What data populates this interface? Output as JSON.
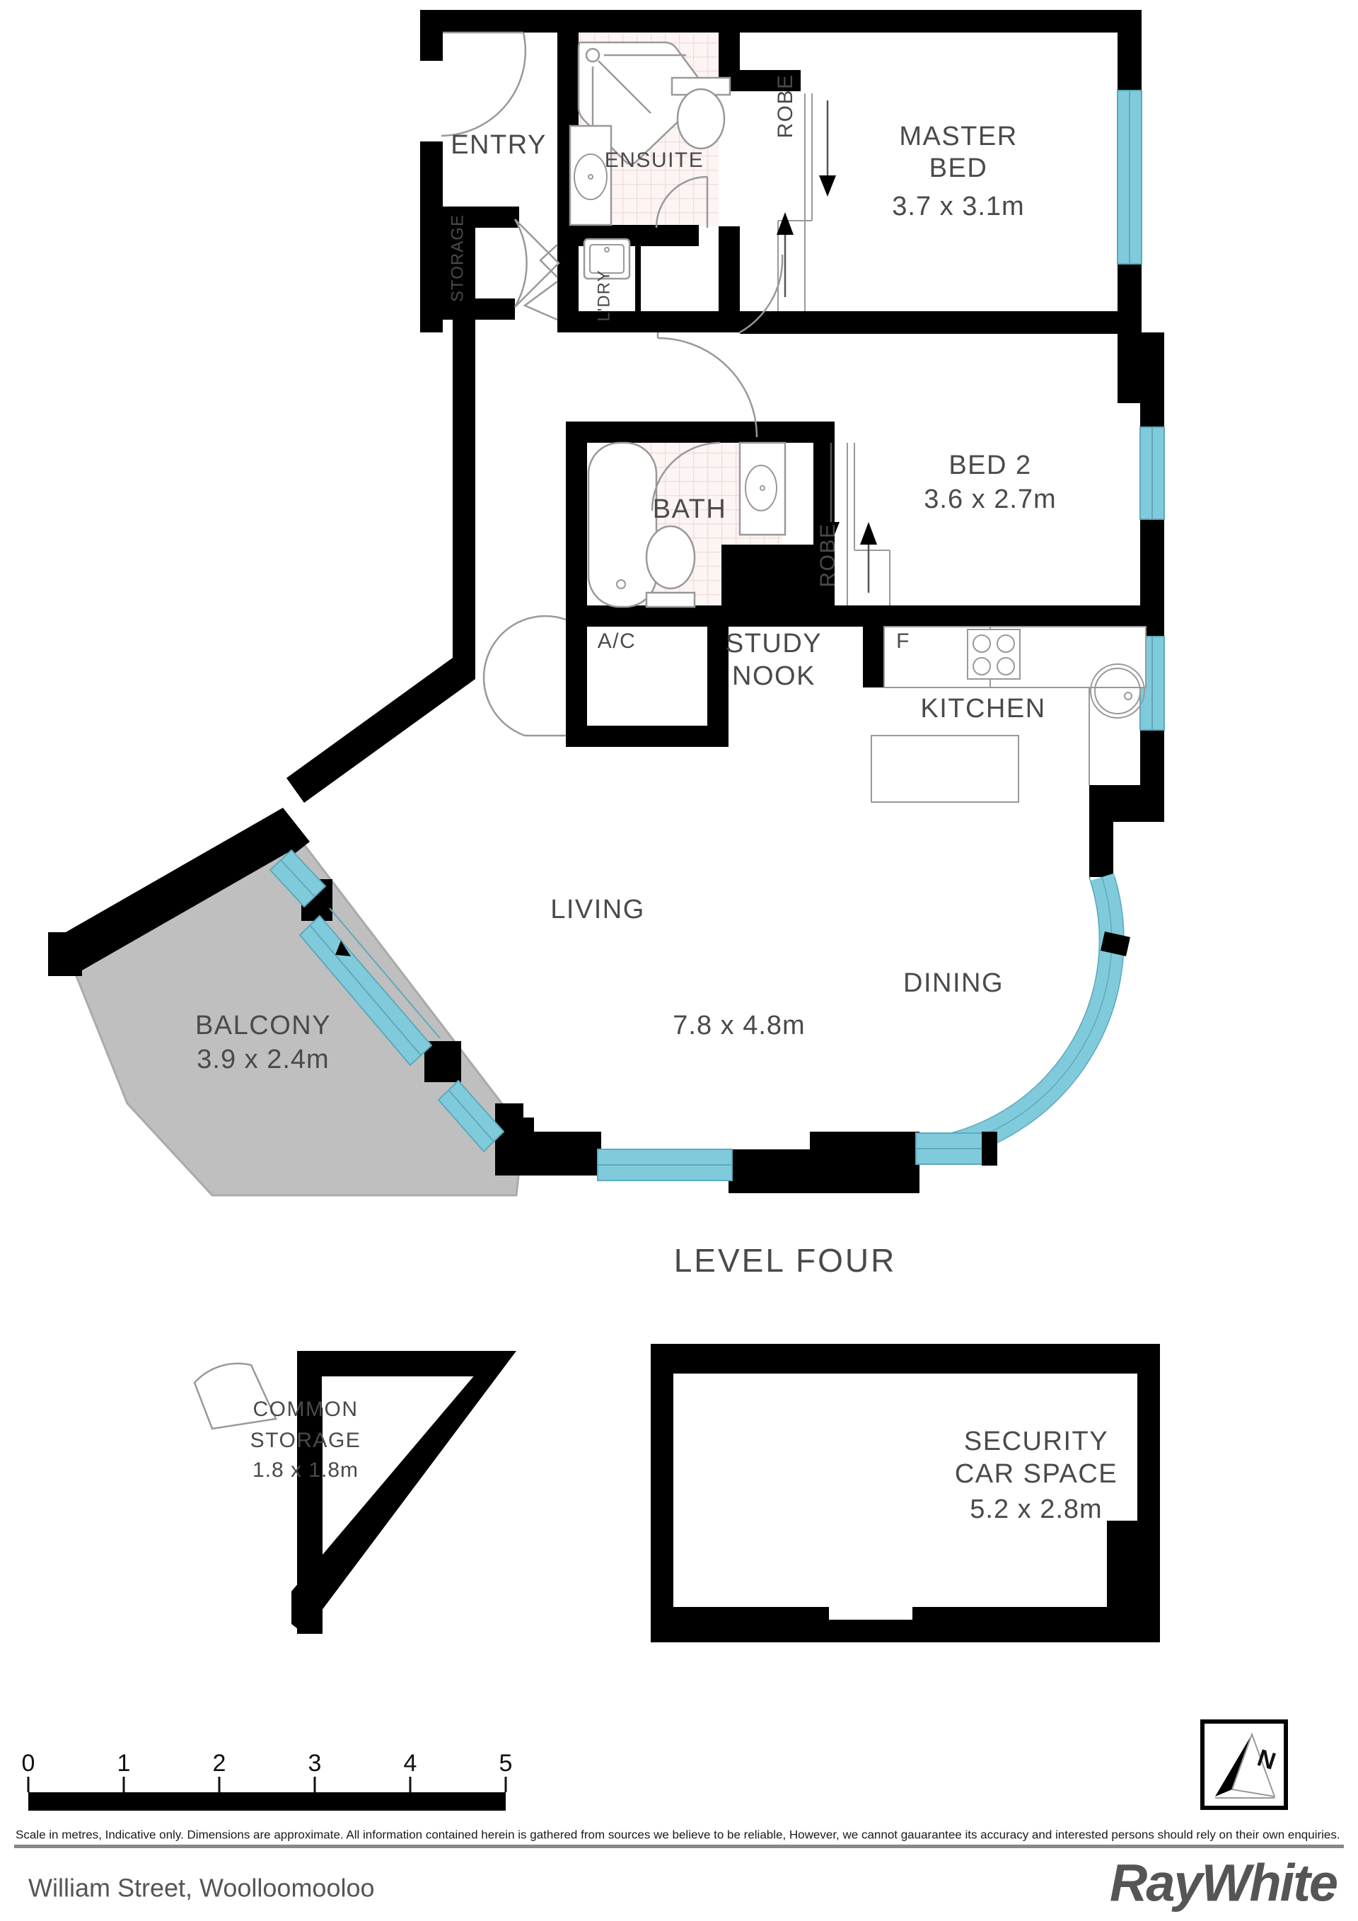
{
  "document": {
    "type": "floorplan",
    "level_label": "LEVEL FOUR",
    "address": "William Street, Woolloomooloo",
    "brand": "RayWhite"
  },
  "colors": {
    "wall": "#000000",
    "window_glass": "#7FCBDC",
    "balcony_fill": "#BFBFBF",
    "text": "#4a4a4a",
    "tile_hatch": "#F2E6E4",
    "fixture_line": "#999999",
    "rule": "#888888"
  },
  "rooms": [
    {
      "id": "entry",
      "label": "ENTRY",
      "dimensions": "",
      "orientation": "horizontal"
    },
    {
      "id": "storage",
      "label": "STORAGE",
      "dimensions": "",
      "orientation": "vertical"
    },
    {
      "id": "ensuite",
      "label": "ENSUITE",
      "dimensions": "",
      "orientation": "horizontal"
    },
    {
      "id": "laundry",
      "label": "L'DRY",
      "dimensions": "",
      "orientation": "vertical"
    },
    {
      "id": "robe-master",
      "label": "ROBE",
      "dimensions": "",
      "orientation": "vertical"
    },
    {
      "id": "master-bed",
      "label": "MASTER BED",
      "dimensions": "3.7 x 3.1m",
      "orientation": "horizontal"
    },
    {
      "id": "bath",
      "label": "BATH",
      "dimensions": "",
      "orientation": "horizontal"
    },
    {
      "id": "robe-bed2",
      "label": "ROBE",
      "dimensions": "",
      "orientation": "vertical"
    },
    {
      "id": "bed-2",
      "label": "BED 2",
      "dimensions": "3.6 x 2.7m",
      "orientation": "horizontal"
    },
    {
      "id": "air-con",
      "label": "A/C",
      "dimensions": "",
      "orientation": "horizontal"
    },
    {
      "id": "study-nook",
      "label": "STUDY NOOK",
      "dimensions": "",
      "orientation": "horizontal"
    },
    {
      "id": "fridge",
      "label": "F",
      "dimensions": "",
      "orientation": "horizontal"
    },
    {
      "id": "kitchen",
      "label": "KITCHEN",
      "dimensions": "",
      "orientation": "horizontal"
    },
    {
      "id": "living",
      "label": "LIVING",
      "dimensions": "7.8 x 4.8m",
      "orientation": "horizontal"
    },
    {
      "id": "dining",
      "label": "DINING",
      "dimensions": "",
      "orientation": "horizontal"
    },
    {
      "id": "balcony",
      "label": "BALCONY",
      "dimensions": "3.9 x 2.4m",
      "orientation": "horizontal"
    },
    {
      "id": "common-storage",
      "label": "COMMON STORAGE",
      "dimensions": "1.8 x 1.8m",
      "orientation": "horizontal"
    },
    {
      "id": "car-space",
      "label": "SECURITY CAR SPACE",
      "dimensions": "5.2 x 2.8m",
      "orientation": "horizontal"
    }
  ],
  "labels": {
    "entry": "ENTRY",
    "storage": "STORAGE",
    "ensuite": "ENSUITE",
    "laundry": "L'DRY",
    "robe_master": "ROBE",
    "master_bed_line1": "MASTER",
    "master_bed_line2": "BED",
    "master_bed_dim": "3.7 x 3.1m",
    "bath": "BATH",
    "robe_bed2": "ROBE",
    "bed2": "BED 2",
    "bed2_dim": "3.6 x 2.7m",
    "air_con": "A/C",
    "study_line1": "STUDY",
    "study_line2": "NOOK",
    "fridge": "F",
    "kitchen": "KITCHEN",
    "living": "LIVING",
    "living_dim": "7.8 x 4.8m",
    "dining": "DINING",
    "balcony": "BALCONY",
    "balcony_dim": "3.9 x 2.4m",
    "common_storage_line1": "COMMON",
    "common_storage_line2": "STORAGE",
    "common_storage_dim": "1.8 x 1.8m",
    "car_space_line1": "SECURITY",
    "car_space_line2": "CAR SPACE",
    "car_space_dim": "5.2 x 2.8m",
    "level": "LEVEL FOUR"
  },
  "scale_bar": {
    "unit": "metres",
    "ticks": [
      "0",
      "1",
      "2",
      "3",
      "4",
      "5"
    ]
  },
  "compass": {
    "letter": "N",
    "icon": "north-arrow-icon"
  },
  "footer": {
    "disclaimer": "Scale in metres, Indicative only. Dimensions are approximate. All information contained herein is gathered from sources we believe to be reliable, However, we cannot gauarantee its accuracy and interested persons should rely on their own enquiries.",
    "address": "William Street, Woolloomooloo",
    "brand": "RayWhite"
  }
}
